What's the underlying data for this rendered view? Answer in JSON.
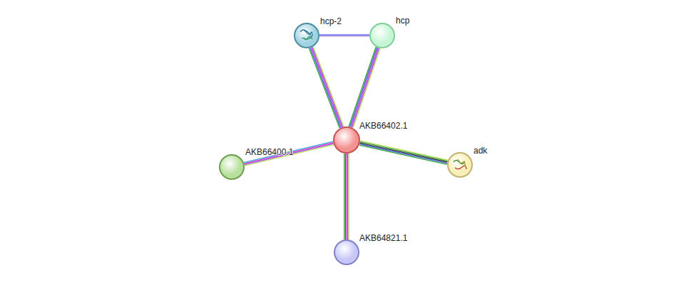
{
  "diagram": {
    "nodes": [
      {
        "text": [
          "hcp-2"
        ]
      },
      {
        "text": [
          "hcp"
        ]
      },
      {
        "text": [
          "AKB66402.1"
        ]
      },
      {
        "text": [
          "AKB66400.1"
        ]
      },
      {
        "text": [
          "adk"
        ]
      },
      {
        "text": [
          "AKB64821.1"
        ]
      }
    ],
    "edges": [
      {
        "from": 0,
        "to": 1,
        "arrow": "none"
      },
      {
        "from": 0,
        "to": 2,
        "arrow": "none"
      },
      {
        "from": 1,
        "to": 2,
        "arrow": "none"
      },
      {
        "from": 2,
        "to": 3,
        "arrow": "none"
      },
      {
        "from": 2,
        "to": 4,
        "arrow": "none"
      },
      {
        "from": 2,
        "to": 5,
        "arrow": "none"
      }
    ]
  }
}
